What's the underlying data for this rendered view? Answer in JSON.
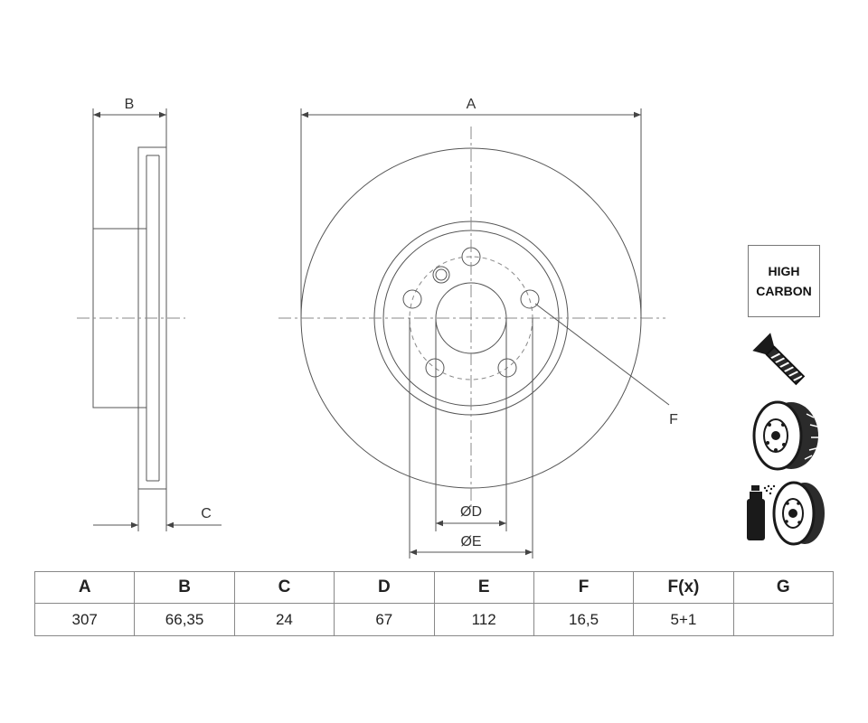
{
  "drawing": {
    "dim_labels": {
      "a": "A",
      "b": "B",
      "c": "C",
      "d": "ØD",
      "e": "ØE",
      "f": "F"
    }
  },
  "badge": {
    "line1": "HIGH",
    "line2": "CARBON"
  },
  "icons": [
    "screw-icon",
    "brake-disc-icon",
    "disc-with-coating-icon"
  ],
  "table": {
    "headers": [
      "A",
      "B",
      "C",
      "D",
      "E",
      "F",
      "F(x)",
      "G"
    ],
    "values": [
      "307",
      "66,35",
      "24",
      "67",
      "112",
      "16,5",
      "5+1",
      ""
    ]
  }
}
